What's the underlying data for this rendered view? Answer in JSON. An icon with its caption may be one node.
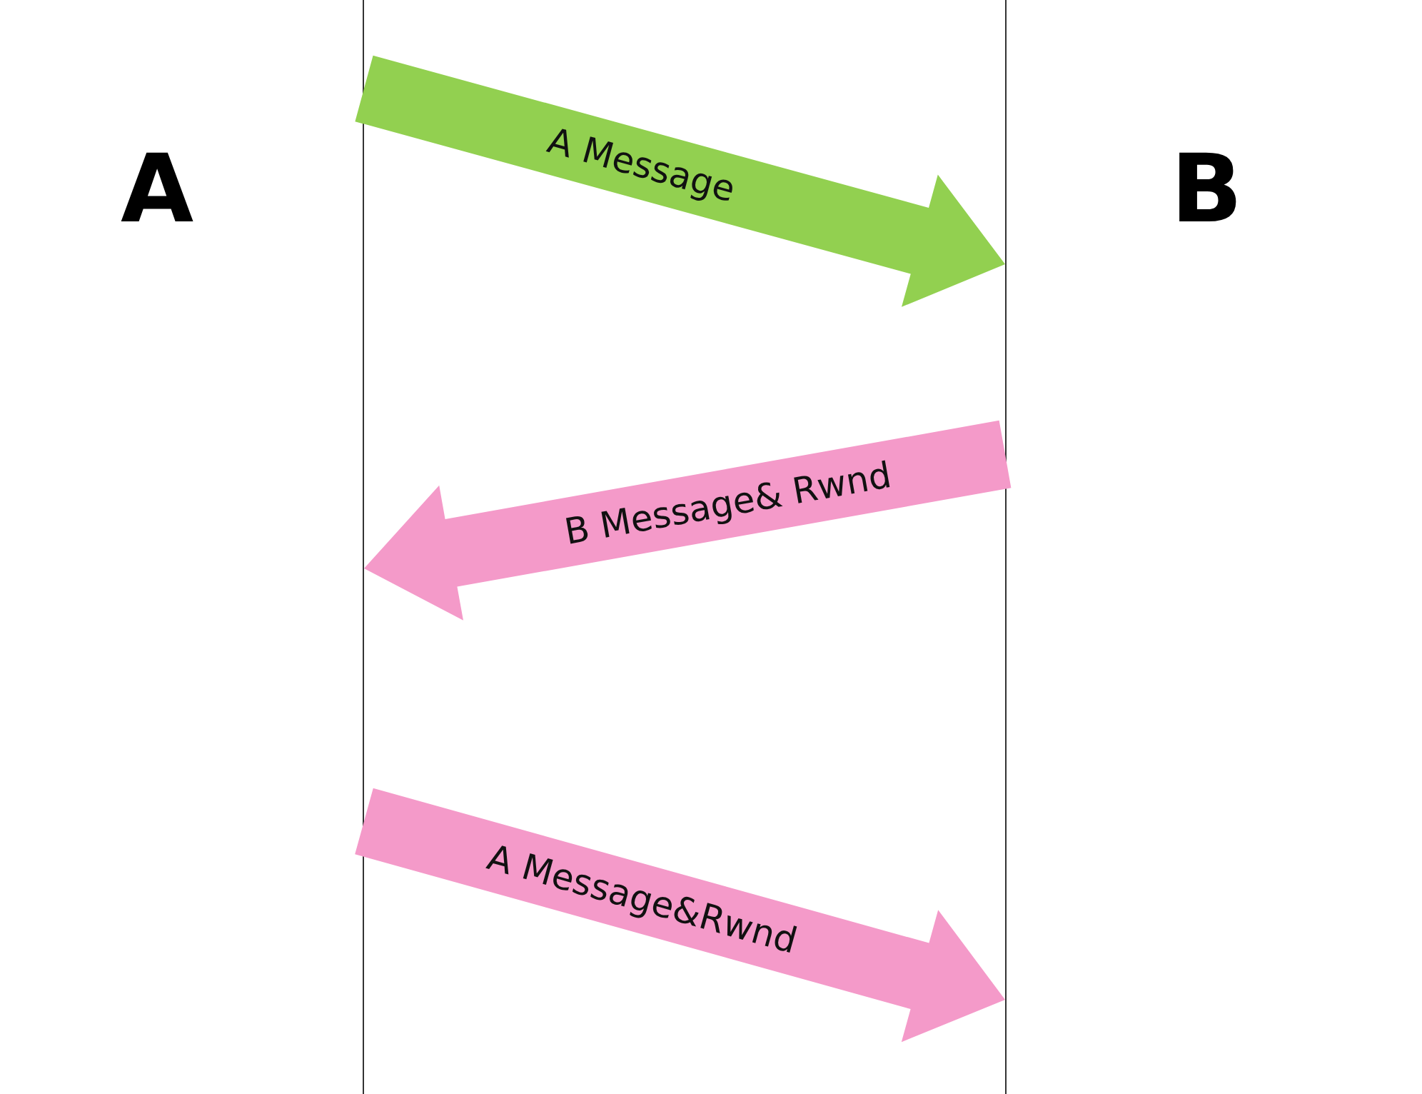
{
  "diagram": {
    "nodes": [
      {
        "text": [
          "A"
        ]
      },
      {
        "text": [
          "B"
        ]
      }
    ],
    "edges": [
      {
        "from": 0,
        "to": 1,
        "arrow": "to",
        "label": "A Message",
        "color": "#92d050"
      },
      {
        "from": 1,
        "to": 0,
        "arrow": "to",
        "label": "B Message& Rwnd"
      },
      {
        "from": 0,
        "to": 1,
        "arrow": "to",
        "label": "A Message&Rwnd"
      }
    ]
  }
}
